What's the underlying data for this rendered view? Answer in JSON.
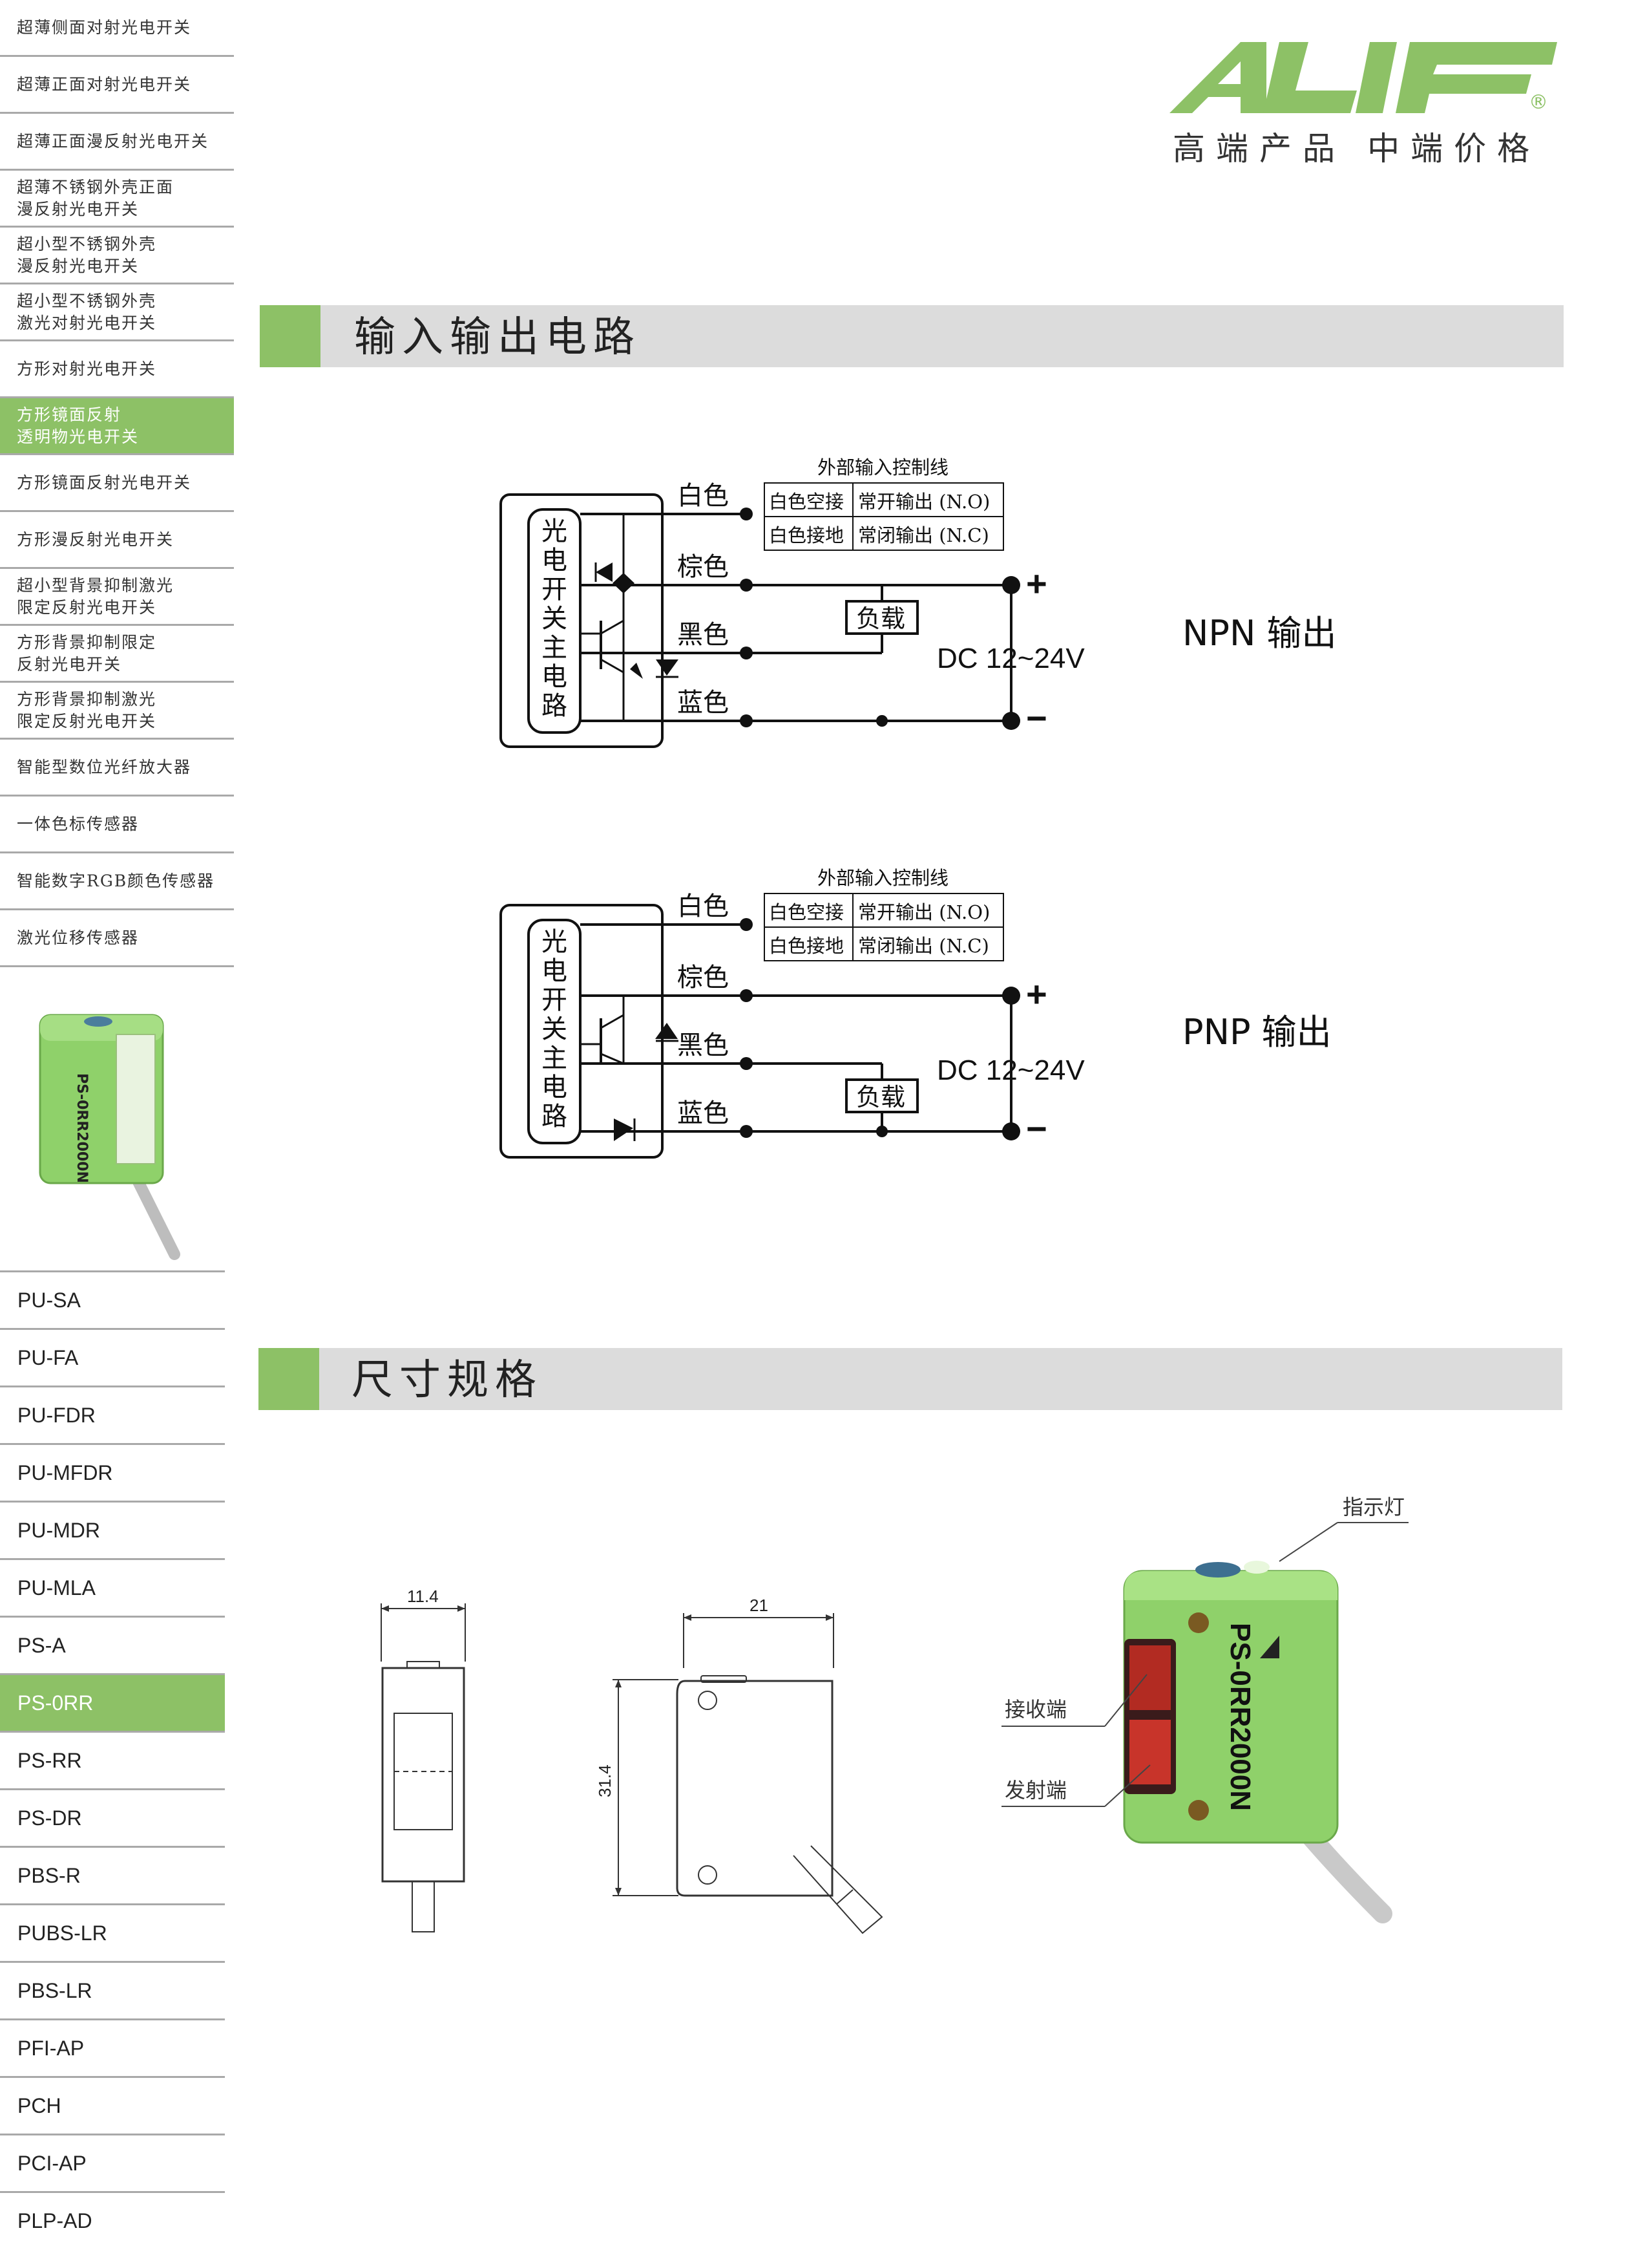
{
  "brand": {
    "logo_text": "ALIF",
    "registered": "®",
    "tagline_left": "高端产品",
    "tagline_right": "中端价格"
  },
  "categories": [
    {
      "label": "超薄侧面对射光电开关"
    },
    {
      "label": "超薄正面对射光电开关"
    },
    {
      "label": "超薄正面漫反射光电开关"
    },
    {
      "label": "超薄不锈钢外壳正面\n漫反射光电开关"
    },
    {
      "label": "超小型不锈钢外壳\n漫反射光电开关"
    },
    {
      "label": "超小型不锈钢外壳\n激光对射光电开关"
    },
    {
      "label": "方形对射光电开关"
    },
    {
      "label": "方形镜面反射\n透明物光电开关",
      "selected": true
    },
    {
      "label": "方形镜面反射光电开关"
    },
    {
      "label": "方形漫反射光电开关"
    },
    {
      "label": "超小型背景抑制激光\n限定反射光电开关"
    },
    {
      "label": "方形背景抑制限定\n反射光电开关"
    },
    {
      "label": "方形背景抑制激光\n限定反射光电开关"
    },
    {
      "label": "智能型数位光纤放大器"
    },
    {
      "label": "一体色标传感器"
    },
    {
      "label": "智能数字RGB颜色传感器"
    },
    {
      "label": "激光位移传感器"
    }
  ],
  "models": [
    {
      "label": "PU-SA"
    },
    {
      "label": "PU-FA"
    },
    {
      "label": "PU-FDR"
    },
    {
      "label": "PU-MFDR"
    },
    {
      "label": "PU-MDR"
    },
    {
      "label": "PU-MLA"
    },
    {
      "label": "PS-A"
    },
    {
      "label": "PS-0RR",
      "selected": true
    },
    {
      "label": "PS-RR"
    },
    {
      "label": "PS-DR"
    },
    {
      "label": "PBS-R"
    },
    {
      "label": "PUBS-LR"
    },
    {
      "label": "PBS-LR"
    },
    {
      "label": "PFI-AP"
    },
    {
      "label": "PCH"
    },
    {
      "label": "PCI-AP"
    },
    {
      "label": "PLP-AD"
    }
  ],
  "sections": {
    "io_title": "输入输出电路",
    "dim_title": "尺寸规格"
  },
  "circuit": {
    "main_circuit": [
      "光",
      "电",
      "开",
      "关",
      "主",
      "电",
      "路"
    ],
    "wires": {
      "white": "白色",
      "brown": "棕色",
      "black": "黑色",
      "blue": "蓝色"
    },
    "ext_title": "外部输入控制线",
    "table": [
      {
        "cond": "白色空接",
        "out": "常开输出 (N.O)"
      },
      {
        "cond": "白色接地",
        "out": "常闭输出 (N.C)"
      }
    ],
    "load": "负载",
    "supply": "DC 12~24V",
    "plus": "+",
    "minus": "−",
    "npn_label": "NPN 输出",
    "pnp_label": "PNP 输出"
  },
  "dimensions": {
    "width_side": "11.4",
    "width_front": "21",
    "height": "31.4"
  },
  "product": {
    "model_print": "PS-0RR2000N",
    "indicator": "指示灯",
    "receiver": "接收端",
    "emitter": "发射端"
  },
  "colors": {
    "accent": "#8dc166",
    "bar_gray": "#dcdcdc",
    "housing": "#8fd16a"
  }
}
